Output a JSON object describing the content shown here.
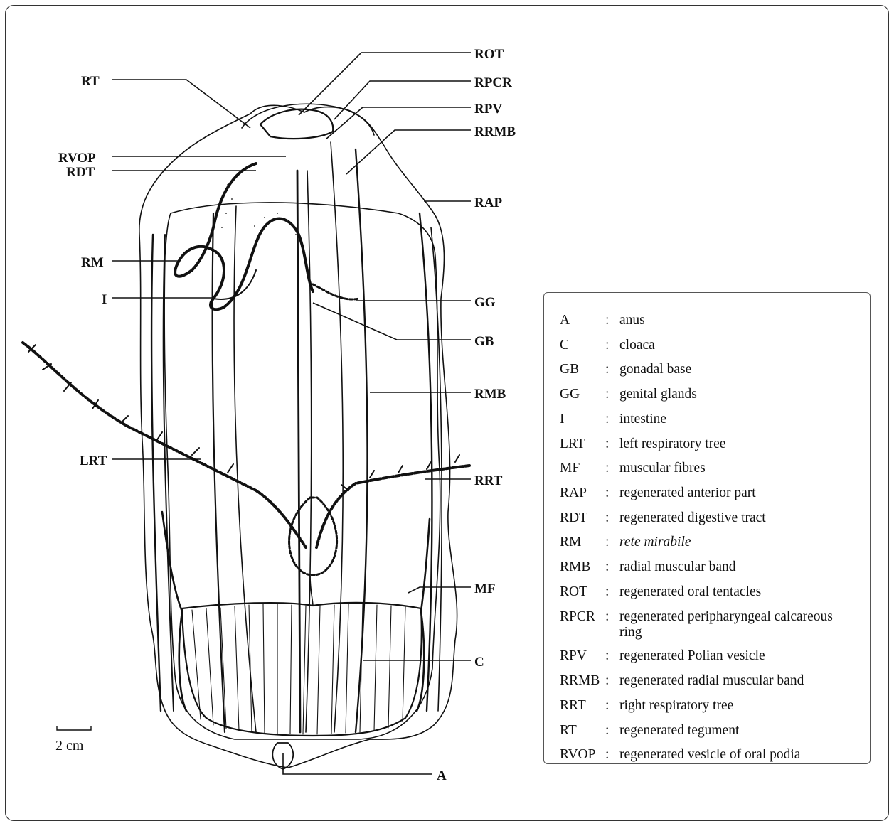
{
  "figure": {
    "labels": {
      "ROT": "ROT",
      "RPCR": "RPCR",
      "RPV": "RPV",
      "RRMB": "RRMB",
      "RT": "RT",
      "RVOP": "RVOP",
      "RDT": "RDT",
      "RAP": "RAP",
      "RM": "RM",
      "I": "I",
      "GG": "GG",
      "GB": "GB",
      "RMB": "RMB",
      "LRT": "LRT",
      "RRT": "RRT",
      "MF": "MF",
      "C": "C",
      "A": "A"
    },
    "scale_bar": "2 cm"
  },
  "legend": {
    "items": [
      {
        "abbr": "A",
        "desc": "anus"
      },
      {
        "abbr": "C",
        "desc": "cloaca"
      },
      {
        "abbr": "GB",
        "desc": "gonadal base"
      },
      {
        "abbr": "GG",
        "desc": "genital glands"
      },
      {
        "abbr": "I",
        "desc": "intestine"
      },
      {
        "abbr": "LRT",
        "desc": "left respiratory tree"
      },
      {
        "abbr": "MF",
        "desc": "muscular fibres"
      },
      {
        "abbr": "RAP",
        "desc": "regenerated anterior part"
      },
      {
        "abbr": "RDT",
        "desc": "regenerated digestive tract"
      },
      {
        "abbr": "RM",
        "desc": "rete mirabile"
      },
      {
        "abbr": "RMB",
        "desc": "radial muscular band"
      },
      {
        "abbr": "ROT",
        "desc": "regenerated oral tentacles"
      },
      {
        "abbr": "RPCR",
        "desc": "regenerated peripharyngeal calcareous ring"
      },
      {
        "abbr": "RPV",
        "desc": "regenerated Polian vesicle"
      },
      {
        "abbr": "RRMB",
        "desc": "regenerated radial muscular band"
      },
      {
        "abbr": "RRT",
        "desc": "right respiratory tree"
      },
      {
        "abbr": "RT",
        "desc": "regenerated tegument"
      },
      {
        "abbr": "RVOP",
        "desc": "regenerated vesicle of oral podia"
      }
    ]
  }
}
